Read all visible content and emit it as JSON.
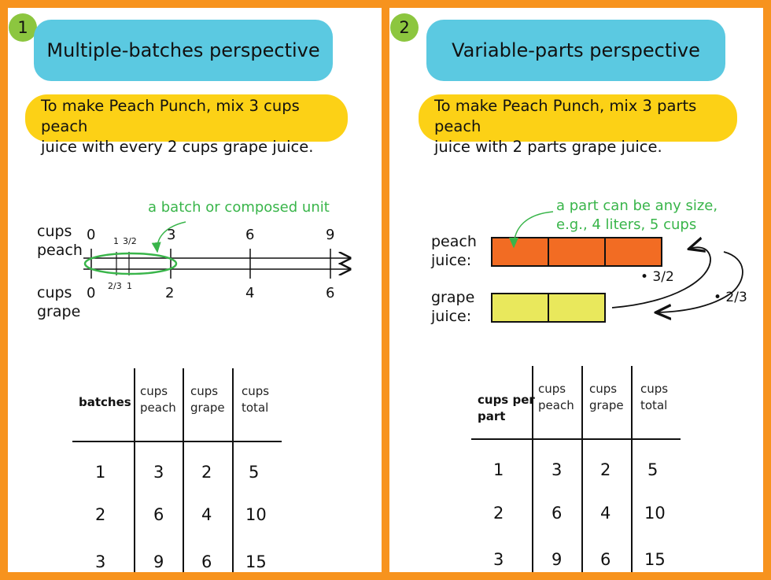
{
  "panel1": {
    "number": "1",
    "title": "Multiple-batches perspective",
    "instruction_line1": "To make Peach Punch, mix 3 cups peach",
    "instruction_line2": "juice with every 2 cups grape juice.",
    "annotation": "a batch or composed unit",
    "label_peach_1": "cups",
    "label_peach_2": "peach",
    "label_grape_1": "cups",
    "label_grape_2": "grape",
    "peach_ticks": [
      "0",
      "3",
      "6",
      "9"
    ],
    "peach_small_ticks": [
      "1",
      "3/2"
    ],
    "grape_ticks": [
      "0",
      "2",
      "4",
      "6"
    ],
    "grape_small_ticks": [
      "2/3",
      "1"
    ],
    "table": {
      "headers": [
        [
          "batches"
        ],
        [
          "cups",
          "peach"
        ],
        [
          "cups",
          "grape"
        ],
        [
          "cups",
          "total"
        ]
      ],
      "rows": [
        [
          "1",
          "3",
          "2",
          "5"
        ],
        [
          "2",
          "6",
          "4",
          "10"
        ],
        [
          "3",
          "9",
          "6",
          "15"
        ]
      ]
    }
  },
  "panel2": {
    "number": "2",
    "title": "Variable-parts perspective",
    "instruction_line1": "To make Peach Punch, mix 3 parts peach",
    "instruction_line2": "juice with 2 parts grape juice.",
    "annotation_line1": "a part can be any size,",
    "annotation_line2": "e.g., 4 liters, 5 cups",
    "label_peach_1": "peach",
    "label_peach_2": "juice:",
    "label_grape_1": "grape",
    "label_grape_2": "juice:",
    "peach_parts": 3,
    "grape_parts": 2,
    "factor_up": "• 3/2",
    "factor_down": "• 2/3",
    "table": {
      "headers": [
        [
          "cups per",
          "part"
        ],
        [
          "cups",
          "peach"
        ],
        [
          "cups",
          "grape"
        ],
        [
          "cups",
          "total"
        ]
      ],
      "rows": [
        [
          "1",
          "3",
          "2",
          "5"
        ],
        [
          "2",
          "6",
          "4",
          "10"
        ],
        [
          "3",
          "9",
          "6",
          "15"
        ]
      ]
    }
  },
  "colors": {
    "border": "#f7931e",
    "title_bg": "#5bc9e1",
    "instruction_bg": "#fcd116",
    "badge": "#8cc63f",
    "annotation": "#39b54a",
    "peach_bar": "#f26c23",
    "grape_bar": "#e9e85c"
  }
}
